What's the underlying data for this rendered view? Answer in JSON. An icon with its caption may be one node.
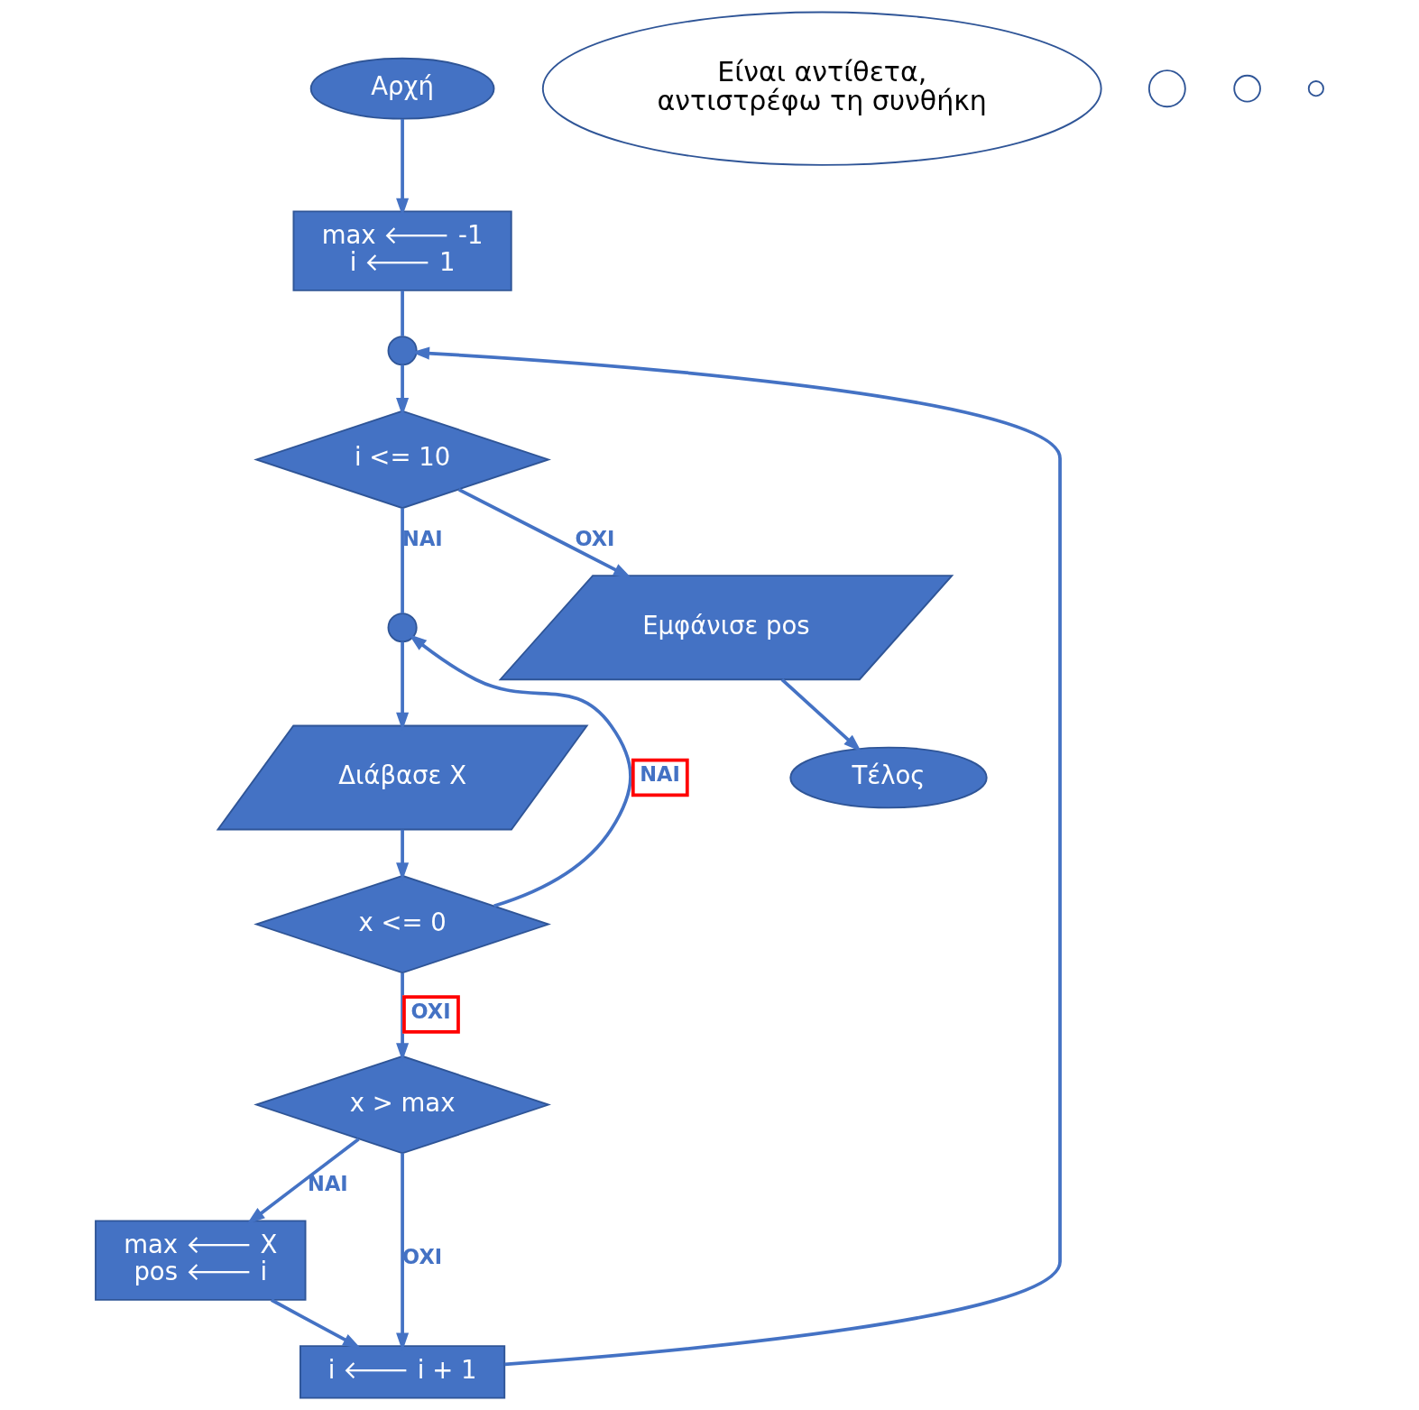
{
  "diagram": {
    "nodes": [
      {
        "text": [
          "Αρχή"
        ]
      },
      {
        "text": [
          "max 🡐 -1",
          "i 🡐 1"
        ]
      },
      {
        "text": [],
        "shape": "circle"
      },
      {
        "text": [
          "i <= 10"
        ]
      },
      {
        "text": [],
        "shape": "circle"
      },
      {
        "text": [
          "Διάβασε X"
        ]
      },
      {
        "text": [
          "x <= 0"
        ]
      },
      {
        "text": [
          "x > max"
        ]
      },
      {
        "text": [
          "max 🡐 X",
          "pos 🡐 i"
        ]
      },
      {
        "text": [
          "i 🡐 i + 1"
        ]
      },
      {
        "text": [
          "Εμφάνισε pos"
        ]
      },
      {
        "text": [
          "Τέλος"
        ]
      },
      {
        "text": [
          "Είναι αντίθετα, αντιστρέφω τη συνθήκη"
        ]
      },
      {
        "text": [],
        "shape": "circle"
      },
      {
        "text": [],
        "shape": "circle"
      },
      {
        "text": [],
        "shape": "circle"
      }
    ],
    "edges": [
      {
        "from": 0,
        "to": 1,
        "arrow": "to"
      },
      {
        "from": 1,
        "to": 2,
        "arrow": "none"
      },
      {
        "from": 2,
        "to": 3,
        "arrow": "to"
      },
      {
        "from": 3,
        "to": 4,
        "label": "NAI",
        "arrow": "none"
      },
      {
        "from": 4,
        "to": 5,
        "arrow": "to"
      },
      {
        "from": 5,
        "to": 6,
        "arrow": "to"
      },
      {
        "from": 6,
        "to": 4,
        "label": "NAI",
        "arrow": "to"
      },
      {
        "from": 6,
        "to": 7,
        "label": "OXI",
        "arrow": "to"
      },
      {
        "from": 7,
        "to": 8,
        "label": "NAI",
        "arrow": "to"
      },
      {
        "from": 7,
        "to": 9,
        "label": "OXI",
        "arrow": "to"
      },
      {
        "from": 8,
        "to": 9,
        "arrow": "to"
      },
      {
        "from": 9,
        "to": 2,
        "arrow": "to"
      },
      {
        "from": 3,
        "to": 10,
        "label": "OXI",
        "arrow": "to"
      },
      {
        "from": 10,
        "to": 11,
        "arrow": "to"
      }
    ]
  }
}
